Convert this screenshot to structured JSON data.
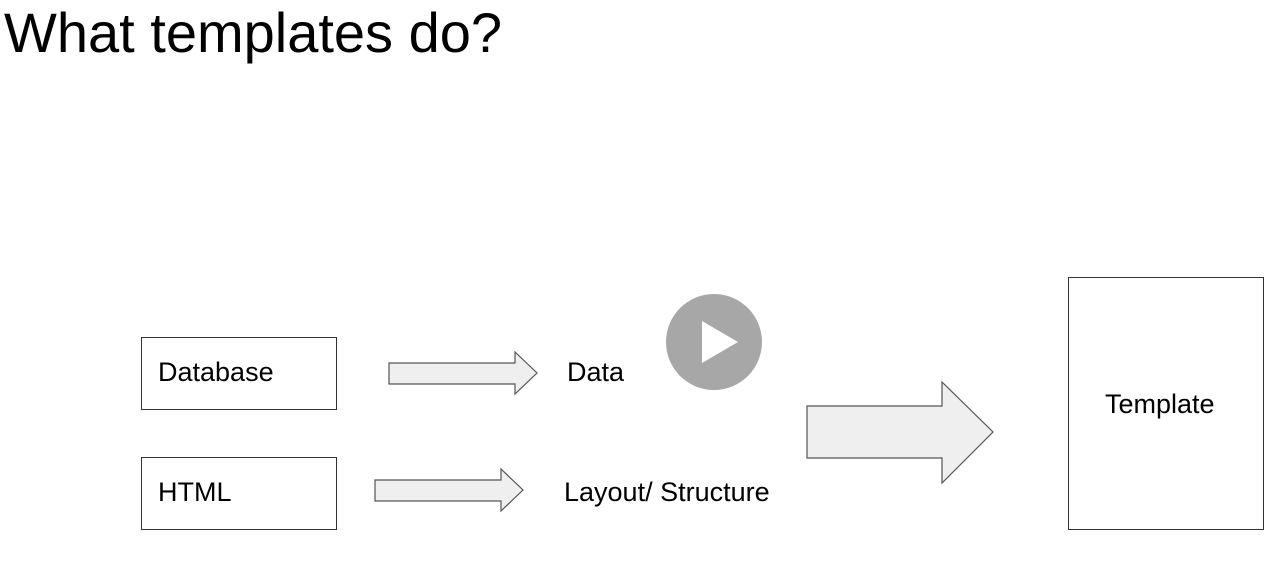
{
  "slide": {
    "title": "What templates do?"
  },
  "diagram": {
    "sources": [
      {
        "label": "Database",
        "output_label": "Data"
      },
      {
        "label": "HTML",
        "output_label": "Layout/ Structure"
      }
    ],
    "target": {
      "label": "Template"
    }
  },
  "colors": {
    "arrow_fill": "#efefef",
    "arrow_stroke": "#555555",
    "box_border": "#333333",
    "play_button": "#a0a0a0"
  },
  "video_overlay": {
    "icon": "play-icon"
  }
}
